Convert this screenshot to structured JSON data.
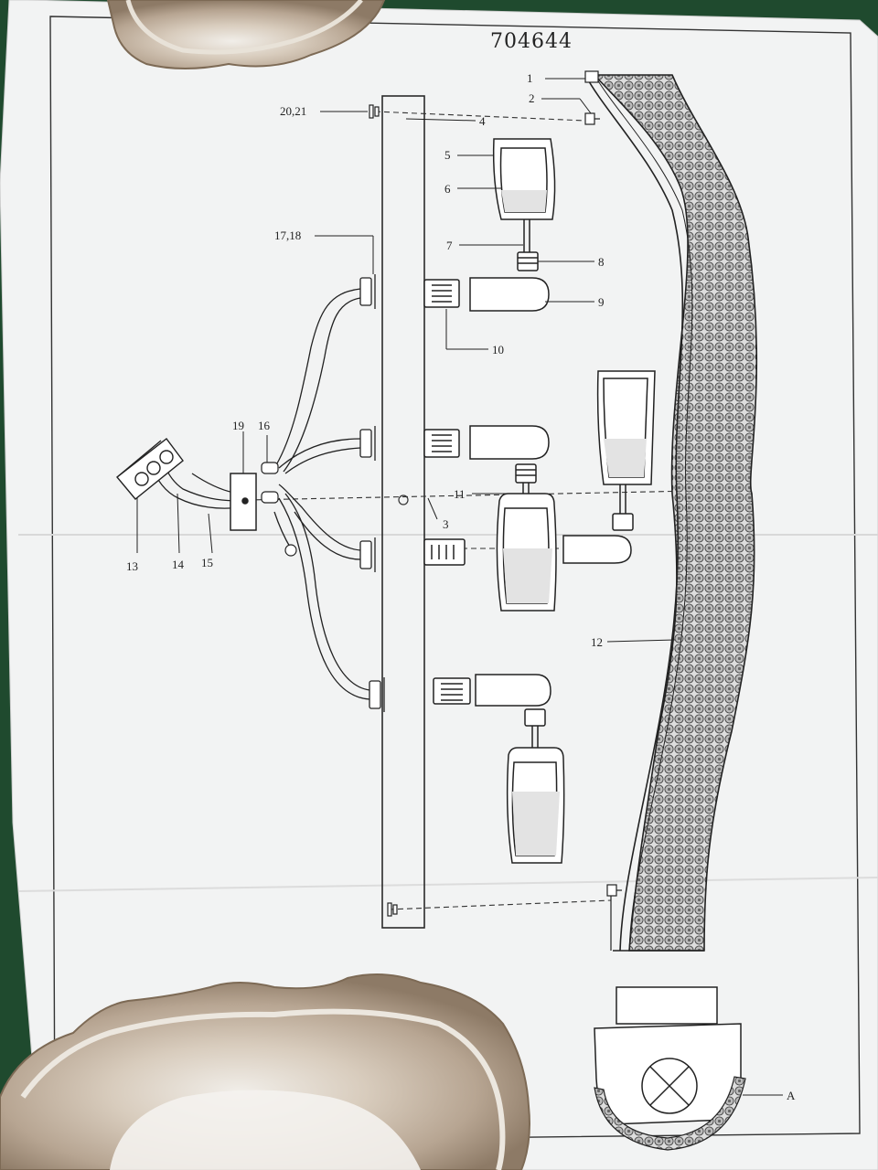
{
  "document": {
    "model_number": "704644"
  },
  "callouts": {
    "c1": "1",
    "c2": "2",
    "c3": "3",
    "c4": "4",
    "c5": "5",
    "c6": "6",
    "c7": "7",
    "c8": "8",
    "c9": "9",
    "c10": "10",
    "c11": "11",
    "c12": "12",
    "c13": "13",
    "c14": "14",
    "c15": "15",
    "c16": "16",
    "c1718": "17,18",
    "c19": "19",
    "c2021": "20,21",
    "cA": "A"
  },
  "colors": {
    "paper": "#f3f4f4",
    "line": "#2a2a2a",
    "background": "#1f4a2e",
    "agate": "#c9b9a3"
  }
}
